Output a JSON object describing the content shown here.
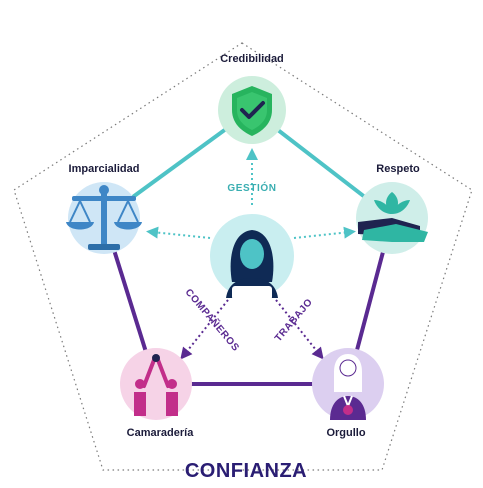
{
  "diagram": {
    "footer_title": "CONFIANZA",
    "nodes": {
      "credibilidad": "Credibilidad",
      "imparcialidad": "Imparcialidad",
      "respeto": "Respeto",
      "camaraderia": "Camaradería",
      "orgullo": "Orgullo"
    },
    "arrow_labels": {
      "gestion": "GESTIÓN",
      "companeros": "COMPAÑEROS",
      "trabajo": "TRABAJO"
    },
    "colors": {
      "teal_line": "#4ec3c6",
      "purple_line": "#5a2a91",
      "dark_navy": "#1f2350",
      "credibility_bg": "#cdeedd",
      "credibility_shield": "#27b45e",
      "justice_bg": "#cfe6f6",
      "justice_icon": "#3e86c6",
      "respect_bg": "#cfeee9",
      "respect_icon": "#2fb6a3",
      "team_bg": "#f6d3e7",
      "team_icon": "#c22e8a",
      "pride_bg": "#dccff0",
      "pride_icon": "#5b2a91",
      "center_bg": "#c9eef0",
      "center_figure": "#0f2a55"
    },
    "icons": [
      "shield-check-icon",
      "scales-icon",
      "hands-plant-icon",
      "high-five-icon",
      "person-medal-icon",
      "person-icon"
    ]
  }
}
